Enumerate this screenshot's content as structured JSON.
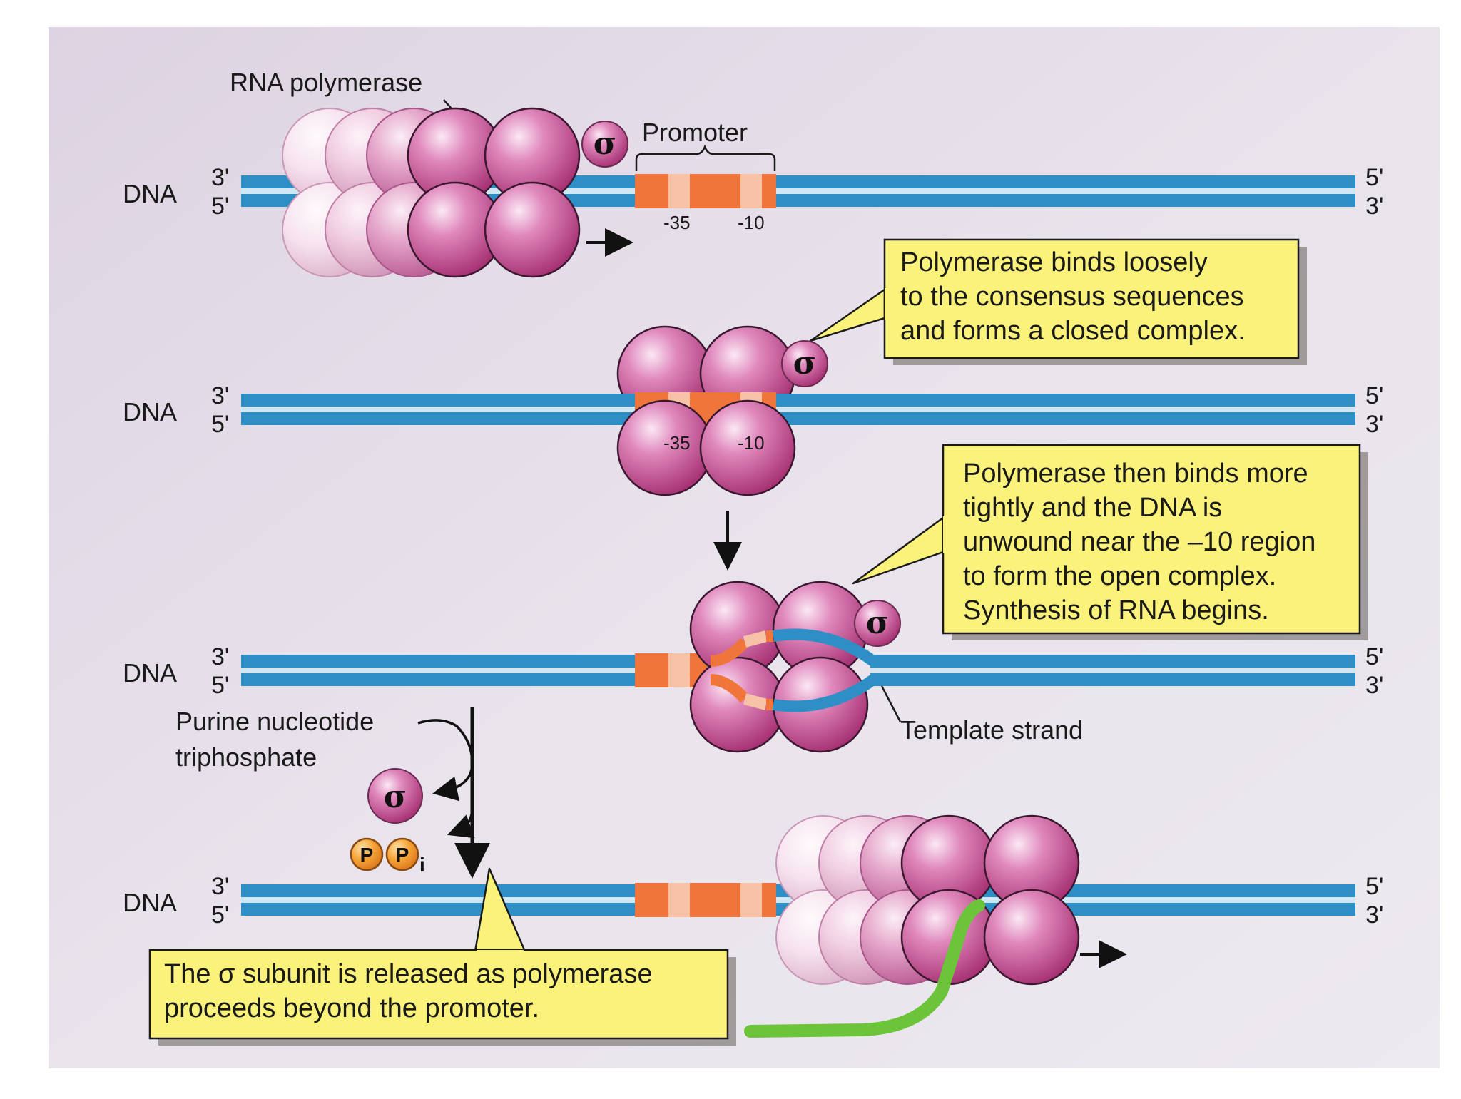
{
  "labels": {
    "rna_polymerase": "RNA polymerase",
    "promoter": "Promoter",
    "dna": "DNA",
    "three_prime": "3'",
    "five_prime": "5'",
    "minus35": "-35",
    "minus10": "-10",
    "sigma": "σ",
    "template_strand": "Template strand",
    "purine_line1": "Purine nucleotide",
    "purine_line2": "triphosphate",
    "p": "P",
    "i": "i"
  },
  "callouts": {
    "closed": [
      "Polymerase binds loosely",
      "to the consensus sequences",
      "and forms a closed complex."
    ],
    "open": [
      "Polymerase then binds more",
      "tightly and the DNA is",
      "unwound near the –10 region",
      "to form the open complex.",
      "Synthesis of RNA begins."
    ],
    "release": [
      "The  σ subunit is released as polymerase",
      "proceeds beyond the promoter."
    ]
  },
  "colors": {
    "dna_strand": "#2e8fc7",
    "promoter_box": "#f0753a",
    "consensus_box": "#f7c2a6",
    "polymerase": "#c04a8a",
    "callout_fill": "#fbf27c",
    "rna_transcript": "#6cc43a",
    "phosphate": "#f39a2a"
  }
}
